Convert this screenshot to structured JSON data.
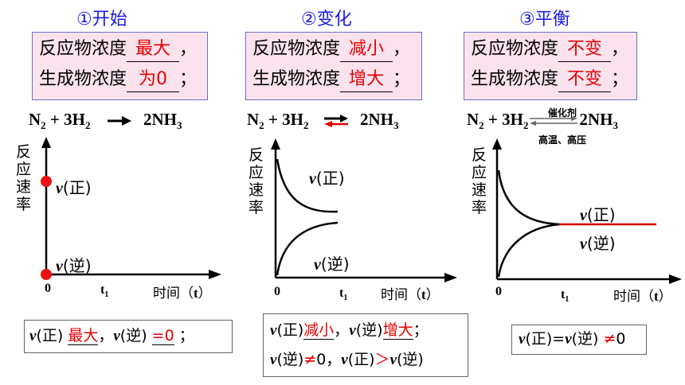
{
  "panels": [
    {
      "title": "①开始",
      "conc_lines": [
        {
          "prefix": "反应物浓度",
          "answer": "最大",
          "suffix": "，"
        },
        {
          "prefix": "生成物浓度",
          "answer": "为0",
          "suffix": "；"
        }
      ],
      "equation": {
        "r1": "N",
        "r1_sub": "2",
        "plus": "+ 3H",
        "r2_sub": "2",
        "p": "2NH",
        "p_sub": "3"
      },
      "y_axis_label": [
        "反",
        "应",
        "速",
        "率"
      ],
      "forward_label": {
        "v": "v",
        "rest": "(正)"
      },
      "reverse_label": {
        "v": "v",
        "rest": "(逆)"
      },
      "x_origin": "0",
      "t1": {
        "t": "t",
        "sub": "1"
      },
      "x_axis_label": {
        "text": "时间（",
        "var": "t",
        "close": "）"
      },
      "summary_lines": [
        [
          {
            "text": "v",
            "style": "v"
          },
          {
            "text": "(正) ",
            "style": "n"
          },
          {
            "text": "最大",
            "style": "ru"
          },
          {
            "text": "，",
            "style": "n"
          },
          {
            "text": "v",
            "style": "v"
          },
          {
            "text": "(逆) ",
            "style": "n"
          },
          {
            "text": "=0",
            "style": "ru"
          },
          {
            "text": " ；",
            "style": "n"
          }
        ]
      ]
    },
    {
      "title": "②变化",
      "conc_lines": [
        {
          "prefix": "反应物浓度",
          "answer": "减小",
          "suffix": "，"
        },
        {
          "prefix": "生成物浓度",
          "answer": "增大",
          "suffix": "；"
        }
      ],
      "equation": {
        "r1": "N",
        "r1_sub": "2",
        "plus": "+ 3H",
        "r2_sub": "2",
        "p": "2NH",
        "p_sub": "3"
      },
      "y_axis_label": [
        "反",
        "应",
        "速",
        "率"
      ],
      "forward_label": {
        "v": "v",
        "rest": "(正)"
      },
      "reverse_label": {
        "v": "v",
        "rest": "(逆)"
      },
      "x_origin": "0",
      "t1": {
        "t": "t",
        "sub": "1"
      },
      "x_axis_label": {
        "text": "时间（",
        "var": "t",
        "close": "）"
      },
      "summary_lines": [
        [
          {
            "text": "v",
            "style": "v"
          },
          {
            "text": "(正)",
            "style": "n"
          },
          {
            "text": "减小",
            "style": "ru"
          },
          {
            "text": "，",
            "style": "n"
          },
          {
            "text": "v",
            "style": "v"
          },
          {
            "text": "(逆)",
            "style": "n"
          },
          {
            "text": "增大",
            "style": "ru"
          },
          {
            "text": "；",
            "style": "n"
          }
        ],
        [
          {
            "text": "v",
            "style": "v"
          },
          {
            "text": "(逆)",
            "style": "n"
          },
          {
            "text": "≠",
            "style": "r"
          },
          {
            "text": "0，",
            "style": "n"
          },
          {
            "text": "v",
            "style": "v"
          },
          {
            "text": "(正)",
            "style": "n"
          },
          {
            "text": "＞",
            "style": "r"
          },
          {
            "text": "v",
            "style": "v"
          },
          {
            "text": "(逆)",
            "style": "n"
          }
        ]
      ]
    },
    {
      "title": "③平衡",
      "conc_lines": [
        {
          "prefix": "反应物浓度",
          "answer": "不变",
          "suffix": "，"
        },
        {
          "prefix": "生成物浓度",
          "answer": "不变",
          "suffix": "；"
        }
      ],
      "equation": {
        "r1": "N",
        "r1_sub": "2",
        "plus": "+ 3H",
        "r2_sub": "2",
        "p": "2NH",
        "p_sub": "3"
      },
      "catalyst": "催化剂",
      "conditions": "高温、高压",
      "y_axis_label": [
        "反",
        "应",
        "速",
        "率"
      ],
      "forward_label": {
        "v": "v",
        "rest": "(正)"
      },
      "reverse_label": {
        "v": "v",
        "rest": "(逆)"
      },
      "x_origin": "0",
      "t1": {
        "t": "t",
        "sub": "1"
      },
      "x_axis_label": {
        "text": "时间（",
        "var": "t",
        "close": "）"
      },
      "summary_lines": [
        [
          {
            "text": "v",
            "style": "v"
          },
          {
            "text": "(正)=",
            "style": "n"
          },
          {
            "text": "v",
            "style": "v"
          },
          {
            "text": "(逆) ",
            "style": "n"
          },
          {
            "text": "≠",
            "style": "r"
          },
          {
            "text": "0",
            "style": "n"
          }
        ]
      ]
    }
  ],
  "colors": {
    "title": "#1a1ae6",
    "answer": "#e60000",
    "box_fill": "#fbe3ee",
    "box_border": "#6e6ec8",
    "equilibrium_line": "#d00000"
  }
}
